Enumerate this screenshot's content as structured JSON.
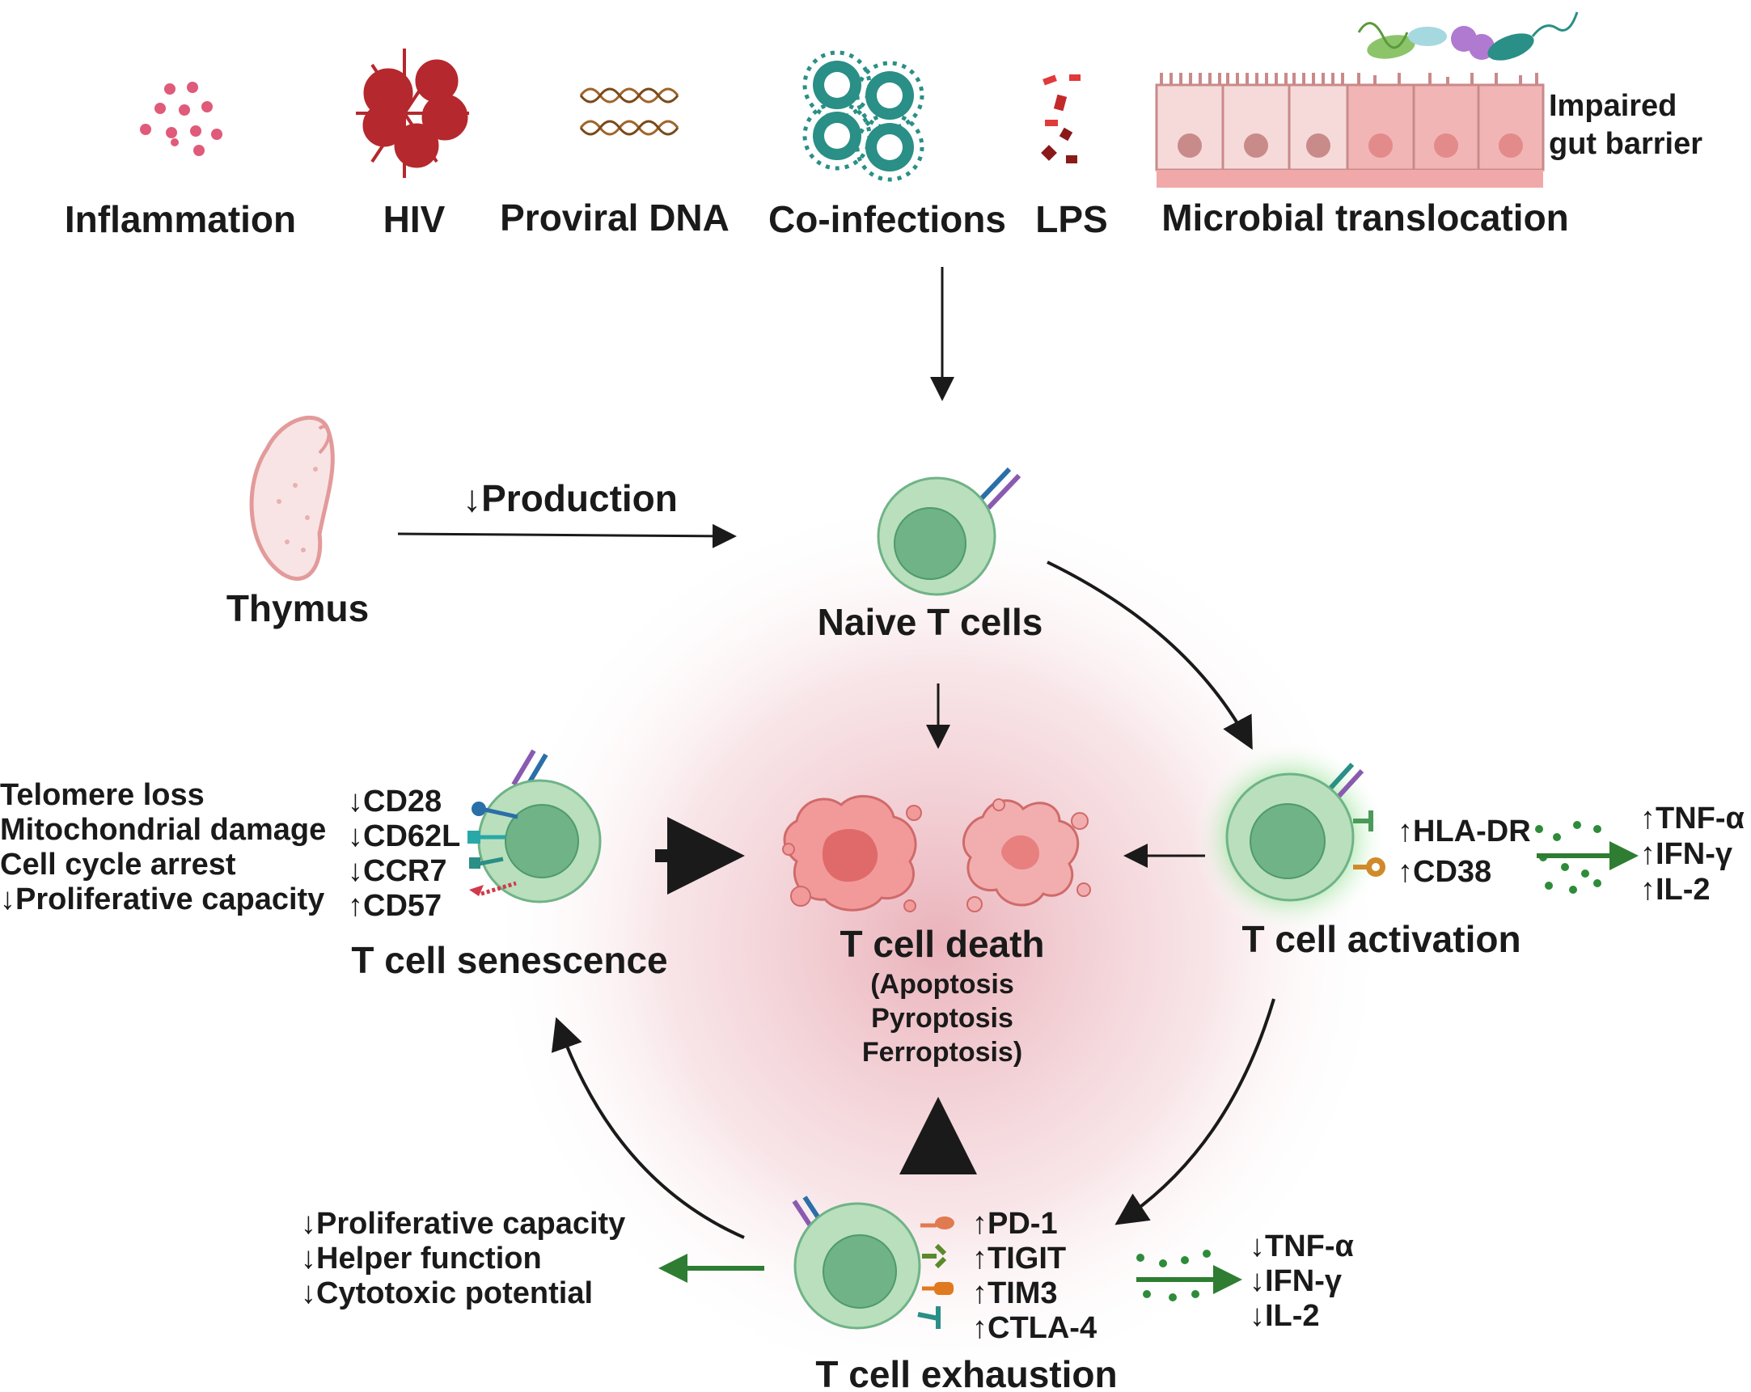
{
  "top_factors": {
    "inflammation": "Inflammation",
    "hiv": "HIV",
    "proviral_dna": "Proviral DNA",
    "co_infections": "Co-infections",
    "lps": "LPS",
    "microbial_translocation": "Microbial translocation",
    "impaired_gut_barrier_line1": "Impaired",
    "impaired_gut_barrier_line2": "gut barrier"
  },
  "thymus": {
    "label": "Thymus",
    "production": "↓Production"
  },
  "naive": {
    "label": "Naive T cells"
  },
  "death": {
    "label": "T cell death",
    "line1": "(Apoptosis",
    "line2": "Pyroptosis",
    "line3": "Ferroptosis)"
  },
  "senescence": {
    "label": "T cell senescence",
    "causes": [
      "Telomere loss",
      "Mitochondrial damage",
      "Cell cycle arrest",
      "↓Proliferative capacity"
    ],
    "markers": [
      "↓CD28",
      "↓CD62L",
      "↓CCR7",
      "↑CD57"
    ]
  },
  "activation": {
    "label": "T cell activation",
    "markers": [
      "↑HLA-DR",
      "↑CD38"
    ],
    "cytokines": [
      "↑TNF-α",
      "↑IFN-γ",
      "↑IL-2"
    ]
  },
  "exhaustion": {
    "label": "T cell exhaustion",
    "markers": [
      "↑PD-1",
      "↑TIGIT",
      "↑TIM3",
      "↑CTLA-4"
    ],
    "cytokines": [
      "↓TNF-α",
      "↓IFN-γ",
      "↓IL-2"
    ],
    "consequences": [
      "↓Proliferative capacity",
      "↓Helper function",
      "↓Cytotoxic potential"
    ]
  },
  "colors": {
    "cell_outer": "#b9dfbd",
    "cell_inner": "#6fb387",
    "death_cell": "#f29a9a",
    "green_arrow": "#2e7d32",
    "dark_arrow": "#1a1a1a",
    "virus_red": "#b5282d",
    "coinfection_teal": "#2a8f86",
    "gut_pink": "#f2c4c4"
  }
}
